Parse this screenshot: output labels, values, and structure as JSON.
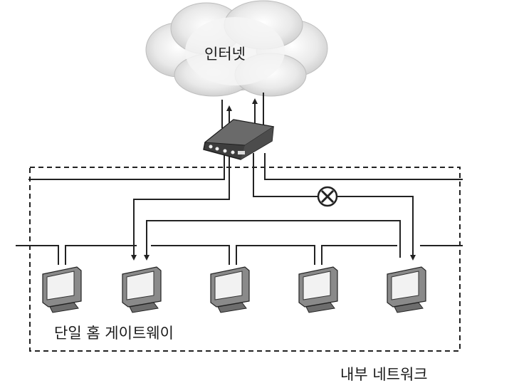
{
  "labels": {
    "cloud": "인터넷",
    "gateway": "단일 홈 게이트웨이",
    "network": "내부 네트워크"
  },
  "colors": {
    "line": "#222222",
    "cloud_fill": "#e6e6e6",
    "cloud_edge": "#bdbdbd",
    "monitor_body": "#8a8a8a",
    "monitor_screen": "#f2f2f2",
    "router_body": "#4a4a4a"
  },
  "icons": {
    "cloud": "cloud-icon",
    "router": "router-icon",
    "computer": "computer-icon",
    "block": "x-circle-icon"
  },
  "computers_count": 5
}
